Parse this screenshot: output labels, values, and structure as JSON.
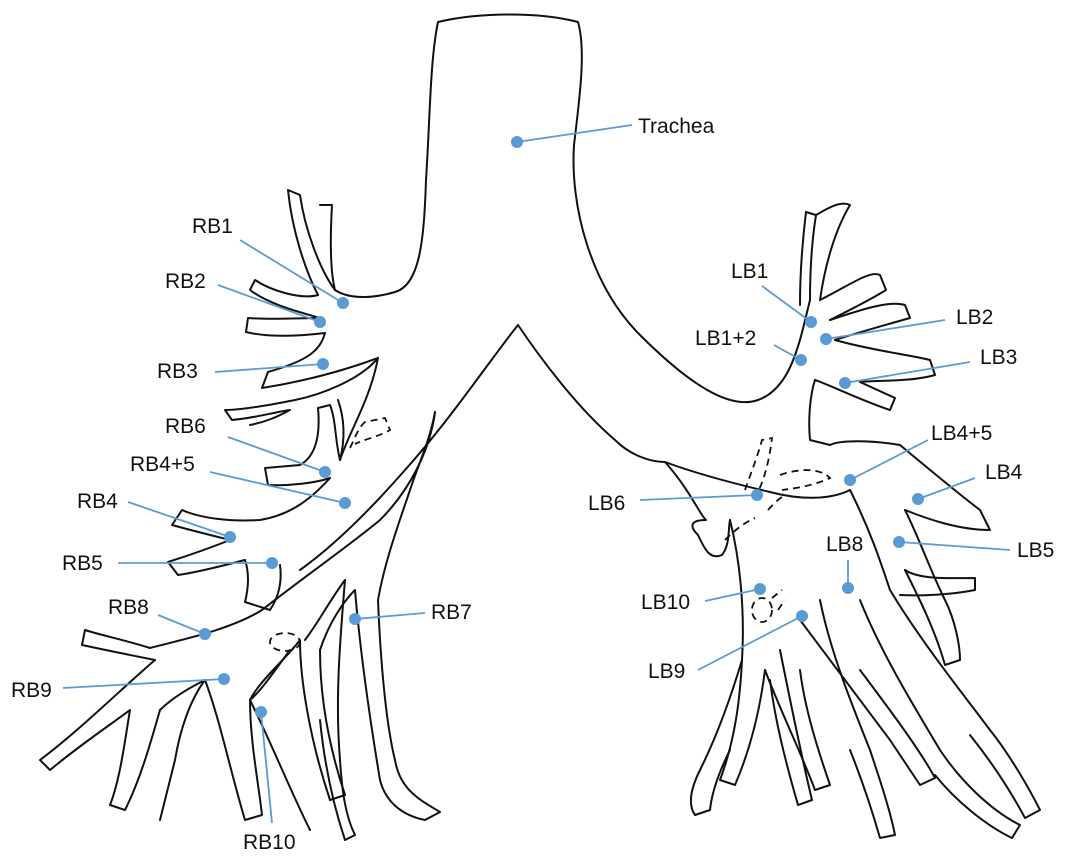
{
  "colors": {
    "outline": "#111111",
    "marker": "#5B9BD5",
    "background": "#ffffff"
  },
  "labels": {
    "trachea": "Trachea",
    "rb1": "RB1",
    "rb2": "RB2",
    "rb3": "RB3",
    "rb6": "RB6",
    "rb45": "RB4+5",
    "rb4": "RB4",
    "rb5": "RB5",
    "rb8": "RB8",
    "rb9": "RB9",
    "rb10": "RB10",
    "rb7": "RB7",
    "lb1": "LB1",
    "lb12": "LB1+2",
    "lb2": "LB2",
    "lb3": "LB3",
    "lb45": "LB4+5",
    "lb4": "LB4",
    "lb5": "LB5",
    "lb6": "LB6",
    "lb8": "LB8",
    "lb10": "LB10",
    "lb9": "LB9"
  }
}
